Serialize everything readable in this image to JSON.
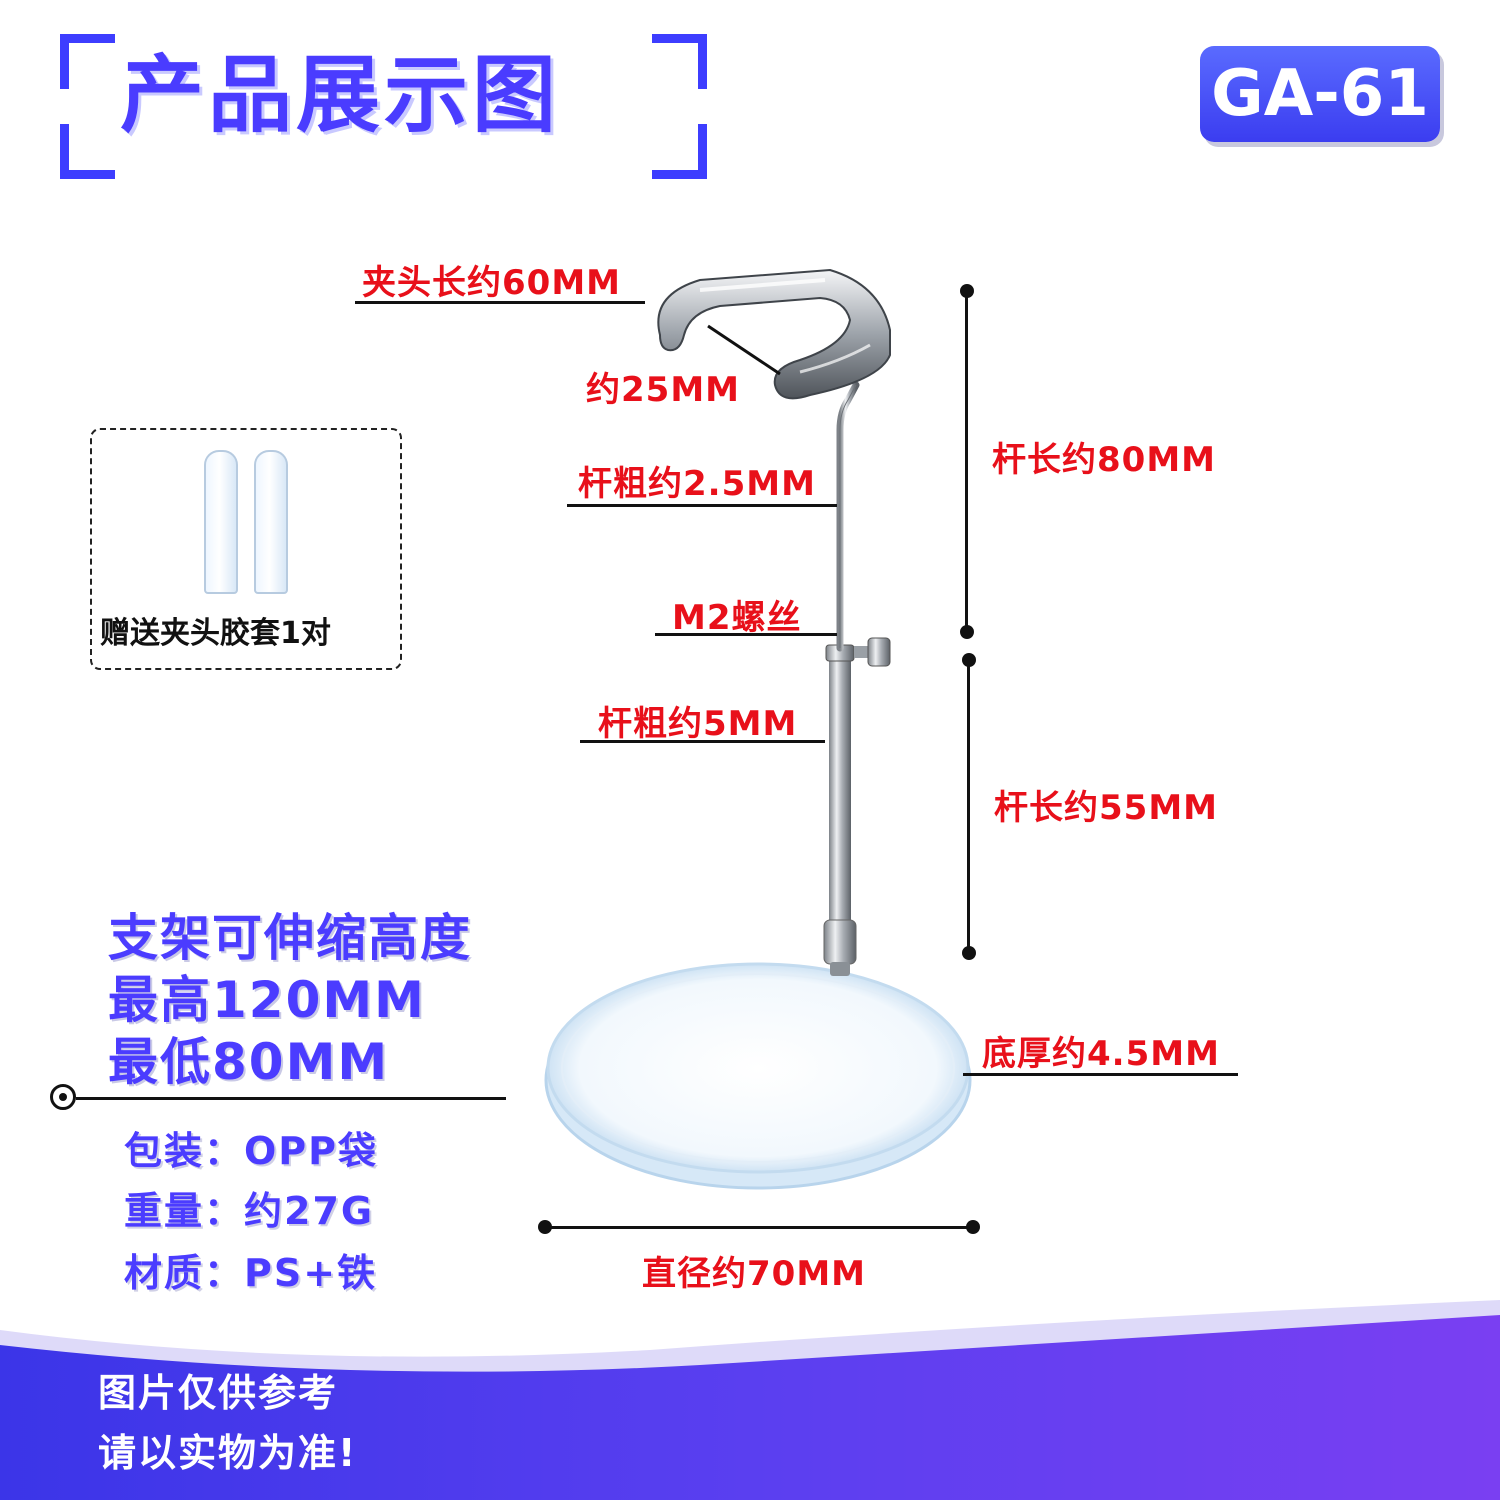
{
  "header": {
    "title": "产品展示图",
    "model_code": "GA-61"
  },
  "specs": {
    "clip_length": "夹头长约60MM",
    "clip_opening": "约25MM",
    "upper_rod_thickness": "杆粗约2.5MM",
    "screw": "M2螺丝",
    "lower_rod_thickness": "杆粗约5MM",
    "upper_rod_length": "杆长约80MM",
    "lower_rod_length": "杆长约55MM",
    "base_thickness": "底厚约4.5MM",
    "base_diameter": "直径约70MM"
  },
  "gift": {
    "label": "赠送夹头胶套1对"
  },
  "height_info": {
    "line1": "支架可伸缩高度",
    "line2": "最高120MM",
    "line3": "最低80MM"
  },
  "details": {
    "packaging": "包装：OPP袋",
    "weight": "重量：约27G",
    "material": "材质：PS+铁"
  },
  "footer": {
    "line1": "图片仅供参考",
    "line2": "请以实物为准!"
  },
  "colors": {
    "accent_blue": "#4b3cff",
    "label_red": "#e8101a",
    "footer_purple": "#3a2fe0"
  }
}
